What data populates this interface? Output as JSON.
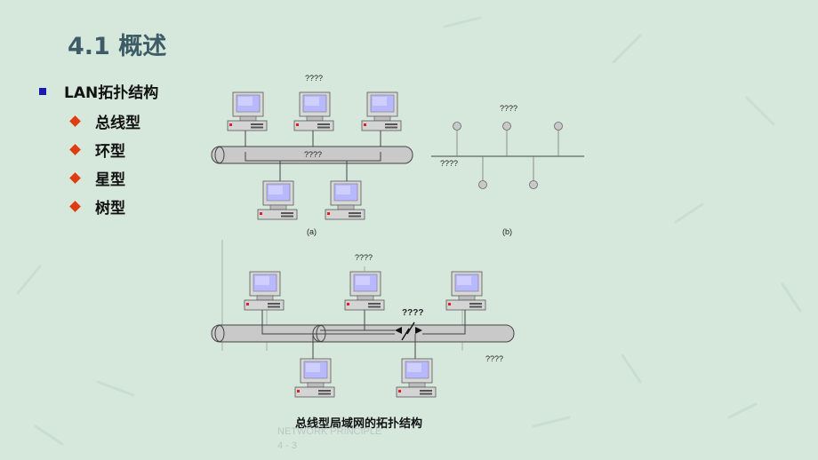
{
  "slide": {
    "title": "4.1 概述",
    "bullet": "LAN拓扑结构",
    "sub_bullets": [
      "总线型",
      "环型",
      "星型",
      "树型"
    ]
  },
  "diagram": {
    "label_a_top": "????",
    "label_a_bus": "????",
    "caption_a": "(a)",
    "label_b_top": "????",
    "label_b_bus": "????",
    "caption_b": "(b)",
    "label_c_top": "????",
    "label_c_bridge": "????",
    "label_c_right": "????",
    "caption": "总线型局域网的拓扑结构"
  },
  "footer": {
    "line1": "NETWORK PRINCIPLE",
    "line2": "4 - 3"
  },
  "colors": {
    "title": "#3d5c66",
    "bullet_square": "#1a1ab0",
    "bullet_diamond": "#e03c10",
    "background": "#d6e8dc"
  }
}
